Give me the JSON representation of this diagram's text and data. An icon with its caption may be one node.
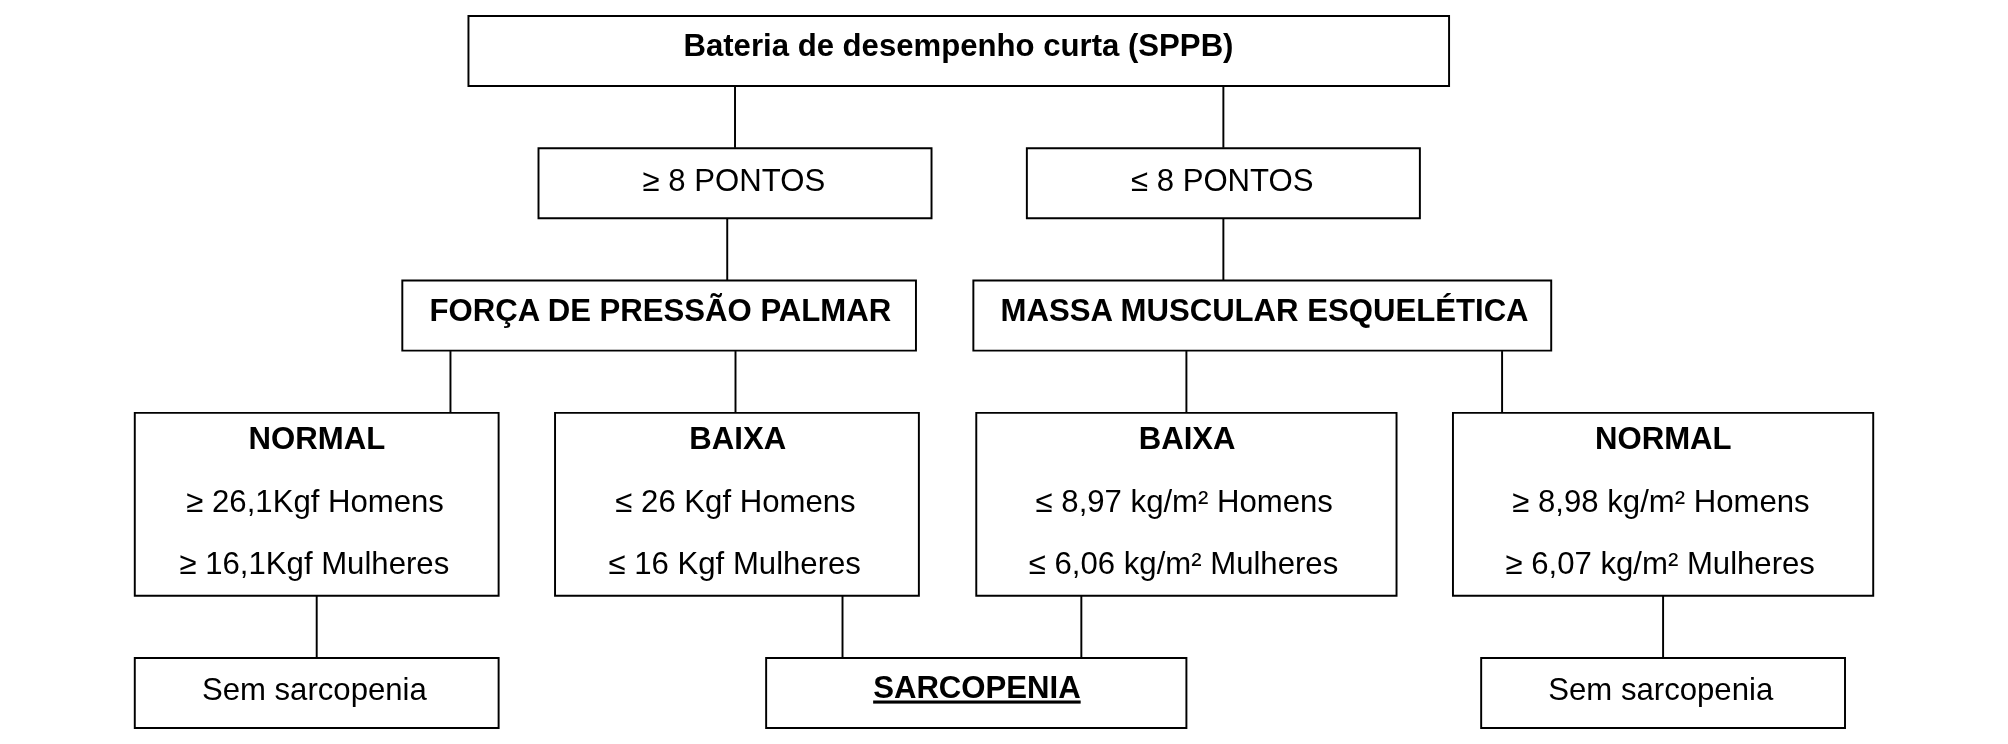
{
  "diagram": {
    "nodes": [
      {
        "text": [
          "Bateria de desempenho curta (SPPB)"
        ]
      },
      {
        "text": [
          "≥ 8 PONTOS"
        ]
      },
      {
        "text": [
          "≤ 8 PONTOS"
        ]
      },
      {
        "text": [
          "FORÇA DE PRESSÃO PALMAR"
        ]
      },
      {
        "text": [
          "MASSA MUSCULAR ESQUELÉTICA"
        ]
      },
      {
        "text": [
          "NORMAL",
          "≥ 26,1Kgf Homens",
          "≥ 16,1Kgf Mulheres"
        ]
      },
      {
        "text": [
          "BAIXA",
          "≤ 26 Kgf Homens",
          "≤ 16 Kgf Mulheres"
        ]
      },
      {
        "text": [
          "BAIXA",
          "≤ 8,97 kg/m² Homens",
          "≤ 6,06 kg/m² Mulheres"
        ]
      },
      {
        "text": [
          "NORMAL",
          "≥ 8,98 kg/m² Homens",
          "≥ 6,07 kg/m² Mulheres"
        ]
      },
      {
        "text": [
          "Sem sarcopenia"
        ]
      },
      {
        "text": [
          "SARCOPENIA"
        ]
      },
      {
        "text": [
          "Sem sarcopenia"
        ]
      }
    ],
    "edges": [
      {
        "from": 0,
        "to": 1,
        "arrow": "none"
      },
      {
        "from": 0,
        "to": 2,
        "arrow": "none"
      },
      {
        "from": 1,
        "to": 3,
        "arrow": "none"
      },
      {
        "from": 2,
        "to": 4,
        "arrow": "none"
      },
      {
        "from": 3,
        "to": 5,
        "arrow": "none"
      },
      {
        "from": 3,
        "to": 6,
        "arrow": "none"
      },
      {
        "from": 4,
        "to": 7,
        "arrow": "none"
      },
      {
        "from": 4,
        "to": 8,
        "arrow": "none"
      },
      {
        "from": 5,
        "to": 9,
        "arrow": "none"
      },
      {
        "from": 6,
        "to": 10,
        "arrow": "none"
      },
      {
        "from": 7,
        "to": 10,
        "arrow": "none"
      },
      {
        "from": 8,
        "to": 11,
        "arrow": "none"
      }
    ]
  }
}
